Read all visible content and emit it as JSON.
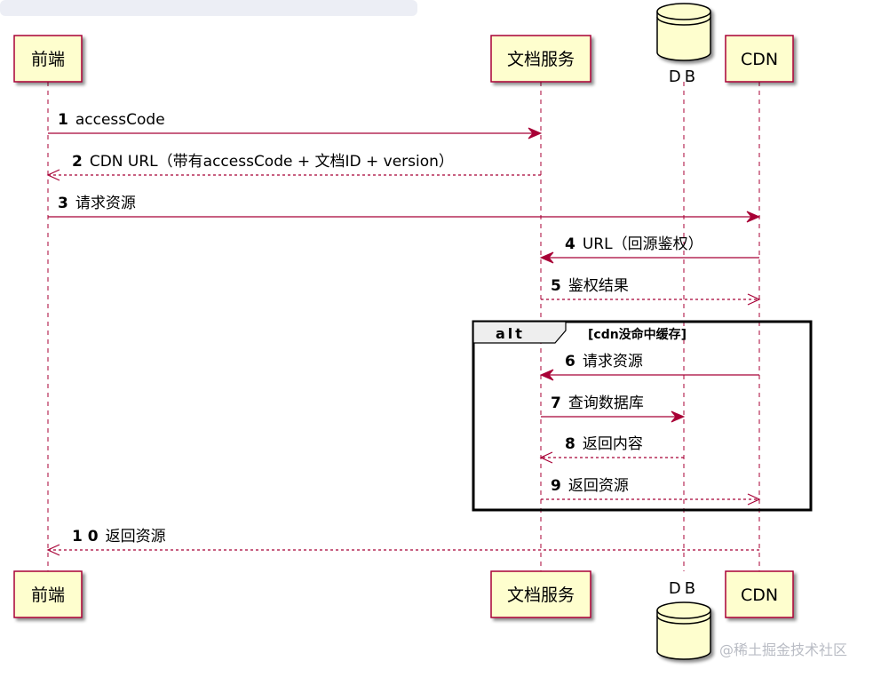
{
  "diagram": {
    "participants": [
      {
        "id": "frontend",
        "label": "前端",
        "kind": "participant"
      },
      {
        "id": "docsvc",
        "label": "文档服务",
        "kind": "participant"
      },
      {
        "id": "db",
        "label": "DB",
        "kind": "database"
      },
      {
        "id": "cdn",
        "label": "CDN",
        "kind": "participant"
      }
    ],
    "messages": [
      {
        "seq": "1",
        "text": "accessCode",
        "from": "frontend",
        "to": "docsvc",
        "style": "solid"
      },
      {
        "seq": "2",
        "text": "CDN URL（带有accessCode + 文档ID + version）",
        "from": "docsvc",
        "to": "frontend",
        "style": "dashed"
      },
      {
        "seq": "3",
        "text": "请求资源",
        "from": "frontend",
        "to": "cdn",
        "style": "solid"
      },
      {
        "seq": "4",
        "text": "URL（回源鉴权）",
        "from": "cdn",
        "to": "docsvc",
        "style": "solid"
      },
      {
        "seq": "5",
        "text": "鉴权结果",
        "from": "docsvc",
        "to": "cdn",
        "style": "dashed"
      },
      {
        "seq": "6",
        "text": "请求资源",
        "from": "cdn",
        "to": "docsvc",
        "style": "solid"
      },
      {
        "seq": "7",
        "text": "查询数据库",
        "from": "docsvc",
        "to": "db",
        "style": "solid"
      },
      {
        "seq": "8",
        "text": "返回内容",
        "from": "db",
        "to": "docsvc",
        "style": "dashed"
      },
      {
        "seq": "9",
        "text": "返回资源",
        "from": "docsvc",
        "to": "cdn",
        "style": "dashed"
      },
      {
        "seq": "1 0",
        "text": "返回资源",
        "from": "cdn",
        "to": "frontend",
        "style": "dashed"
      }
    ],
    "alt_frame": {
      "label": "alt",
      "guard": "[cdn没命中缓存]",
      "first_message": 5,
      "last_message": 8
    },
    "colors": {
      "arrow": "#A80036",
      "participant_fill": "#FEFECE",
      "frame_border": "#000000"
    }
  },
  "watermark": "@稀土掘金技术社区"
}
